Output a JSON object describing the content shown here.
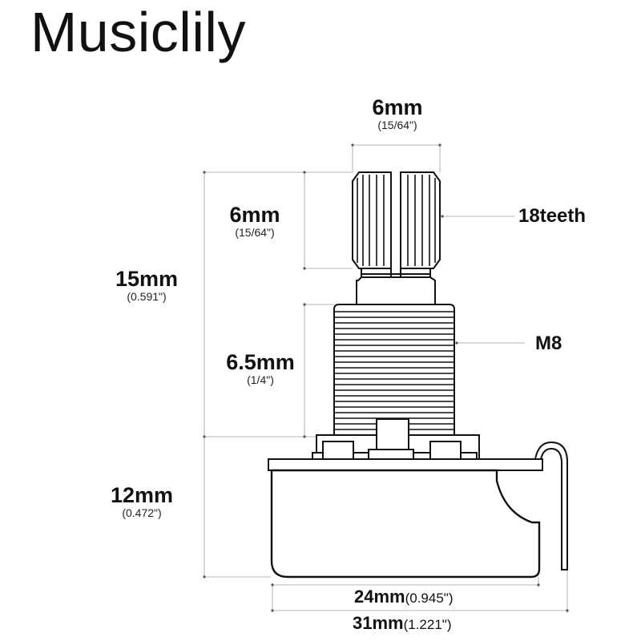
{
  "brand": {
    "name": "Musiclily"
  },
  "diagram": {
    "title": "Potentiometer dimension drawing",
    "dimensions": {
      "shaft_diameter": {
        "value": "6mm",
        "imperial": "(15/64\")"
      },
      "shaft_length": {
        "value": "6mm",
        "imperial": "(15/64\")"
      },
      "total_height": {
        "value": "15mm",
        "imperial": "(0.591\")"
      },
      "bushing_length": {
        "value": "6.5mm",
        "imperial": "(1/4\")"
      },
      "body_height": {
        "value": "12mm",
        "imperial": "(0.472\")"
      },
      "body_diameter": {
        "value": "24mm",
        "imperial": "(0.945\")"
      },
      "overall_width": {
        "value": "31mm",
        "imperial": "(1.221\")"
      }
    },
    "callouts": {
      "shaft_teeth": "18teeth",
      "thread": "M8"
    },
    "colors": {
      "line": "#111111",
      "dimension_line": "#bdbdbd",
      "background": "#ffffff"
    }
  }
}
